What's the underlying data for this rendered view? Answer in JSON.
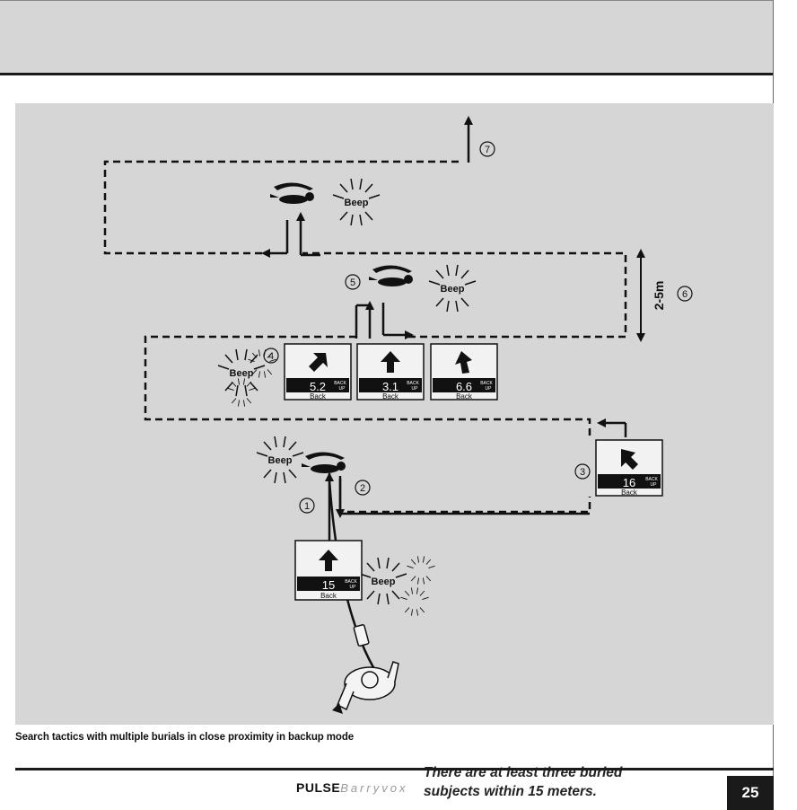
{
  "figure": {
    "caption": "Search tactics with multiple burials in close proximity in backup mode",
    "note_line1": "There are at least three buried",
    "note_line2": "subjects within 15 meters.",
    "distance_label": "2-5m",
    "beep_label": "Beep",
    "steps": [
      "1",
      "2",
      "3",
      "4",
      "5",
      "6",
      "7"
    ],
    "screens": [
      {
        "distance": "15",
        "mode_line1": "BACK",
        "mode_line2": "UP",
        "button": "Back",
        "arrow": "up"
      },
      {
        "distance": "16",
        "mode_line1": "BACK",
        "mode_line2": "UP",
        "button": "Back",
        "arrow": "up-left"
      },
      {
        "distance": "5.2",
        "mode_line1": "BACK",
        "mode_line2": "UP",
        "button": "Back",
        "arrow": "up-right"
      },
      {
        "distance": "3.1",
        "mode_line1": "BACK",
        "mode_line2": "UP",
        "button": "Back",
        "arrow": "up"
      },
      {
        "distance": "6.6",
        "mode_line1": "BACK",
        "mode_line2": "UP",
        "button": "Back",
        "arrow": "up-slight-left"
      }
    ]
  },
  "footer": {
    "brand_bold": "PULSE",
    "brand_light": "Barryvox",
    "page_number": "25"
  }
}
